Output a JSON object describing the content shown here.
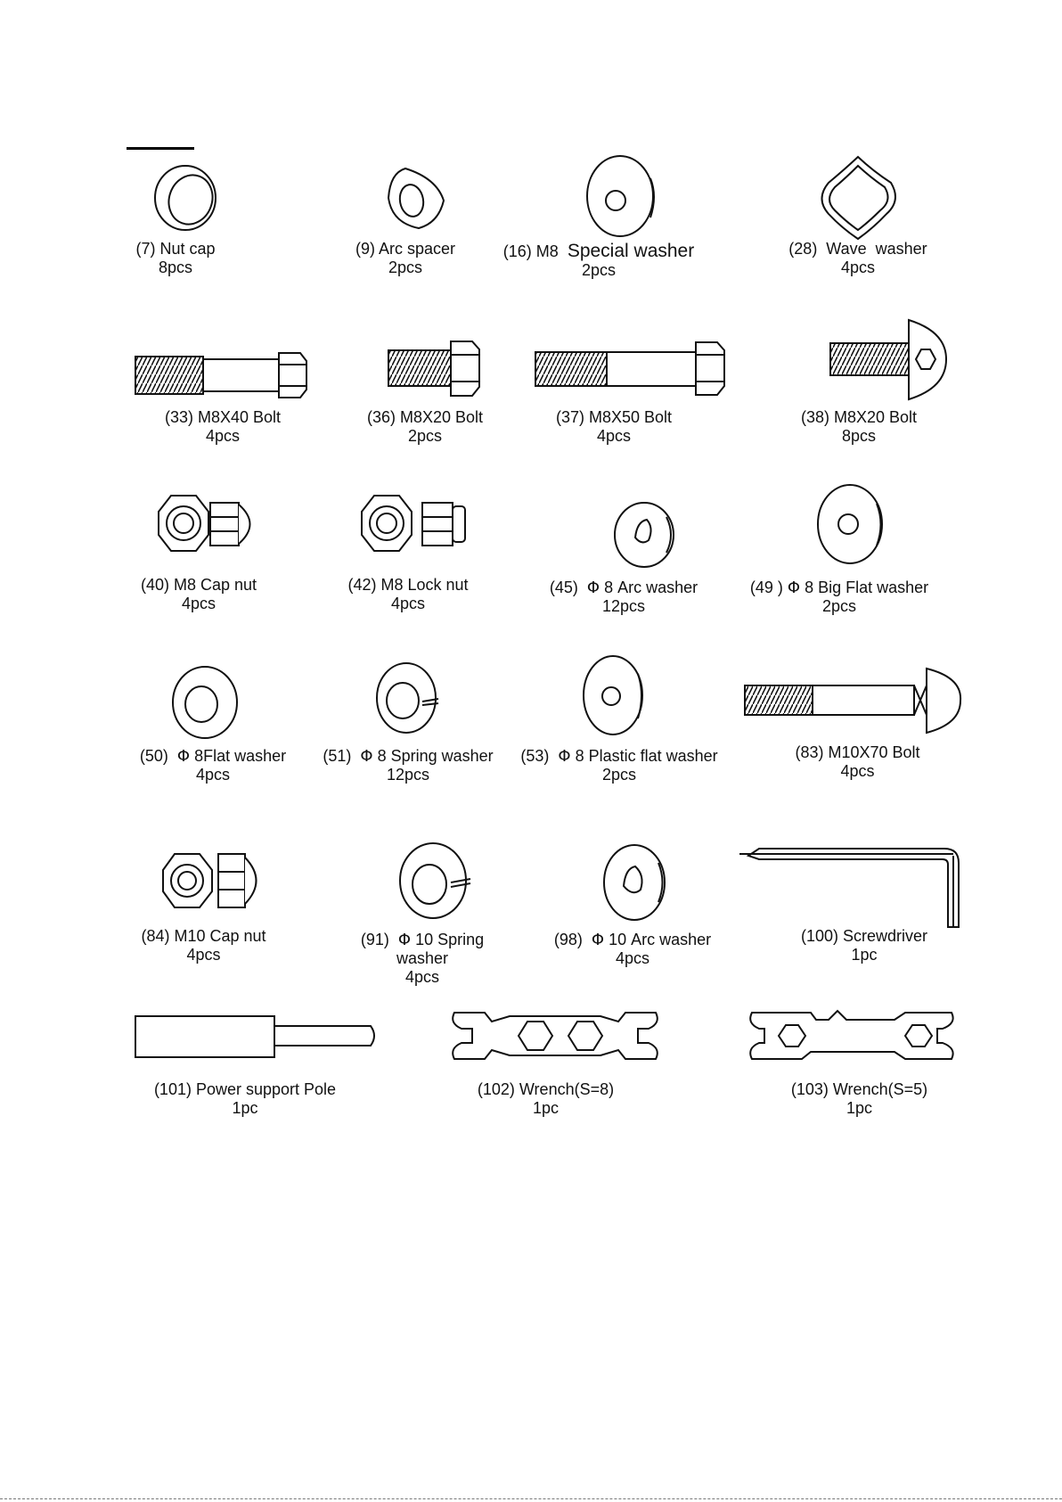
{
  "parts": [
    {
      "id": "nut-cap",
      "name": "(7) Nut cap",
      "qty": "8pcs"
    },
    {
      "id": "arc-spacer",
      "name": "(9) Arc spacer",
      "qty": "2pcs"
    },
    {
      "id": "special-washer",
      "name_prefix": "(16) M8",
      "name_main": "Special washer",
      "qty": "2pcs"
    },
    {
      "id": "wave-washer",
      "name": "(28)  Wave  washer",
      "qty": "4pcs"
    },
    {
      "id": "bolt-33",
      "name": "(33) M8X40 Bolt",
      "qty": "4pcs"
    },
    {
      "id": "bolt-36",
      "name": "(36) M8X20 Bolt",
      "qty": "2pcs"
    },
    {
      "id": "bolt-37",
      "name": "(37) M8X50 Bolt",
      "qty": "4pcs"
    },
    {
      "id": "bolt-38",
      "name": "(38) M8X20 Bolt",
      "qty": "8pcs"
    },
    {
      "id": "cap-nut-40",
      "name": "(40) M8 Cap nut",
      "qty": "4pcs"
    },
    {
      "id": "lock-nut-42",
      "name": "(42) M8 Lock nut",
      "qty": "4pcs"
    },
    {
      "id": "arc-washer-45",
      "name_prefix": "(45)",
      "name_main": "8 Arc washer",
      "qty": "12pcs"
    },
    {
      "id": "big-flat-washer-49",
      "name_prefix": "(49 )",
      "name_main": "8 Big Flat washer",
      "qty": "2pcs"
    },
    {
      "id": "flat-washer-50",
      "name_prefix": "(50)",
      "name_main": "8Flat washer",
      "qty": "4pcs"
    },
    {
      "id": "spring-washer-51",
      "name_prefix": "(51)",
      "name_main": "8 Spring washer",
      "qty": "12pcs"
    },
    {
      "id": "plastic-washer-53",
      "name_prefix": "(53)",
      "name_main": "8 Plastic flat washer",
      "qty": "2pcs"
    },
    {
      "id": "bolt-83",
      "name": "(83) M10X70 Bolt",
      "qty": "4pcs"
    },
    {
      "id": "cap-nut-84",
      "name": "(84) M10 Cap nut",
      "qty": "4pcs"
    },
    {
      "id": "spring-washer-91",
      "name_prefix": "(91)",
      "name_main": "10 Spring",
      "name_line2": "washer",
      "qty": "4pcs"
    },
    {
      "id": "arc-washer-98",
      "name_prefix": "(98)",
      "name_main": "10 Arc washer",
      "qty": "4pcs"
    },
    {
      "id": "screwdriver-100",
      "name": "(100) Screwdriver",
      "qty": "1pc"
    },
    {
      "id": "support-pole-101",
      "name": "(101) Power support Pole",
      "qty": "1pc"
    },
    {
      "id": "wrench-102",
      "name": "(102) Wrench(S=8)",
      "qty": "1pc"
    },
    {
      "id": "wrench-103",
      "name": "(103) Wrench(S=5)",
      "qty": "1pc"
    }
  ],
  "phi_symbol": "Φ"
}
